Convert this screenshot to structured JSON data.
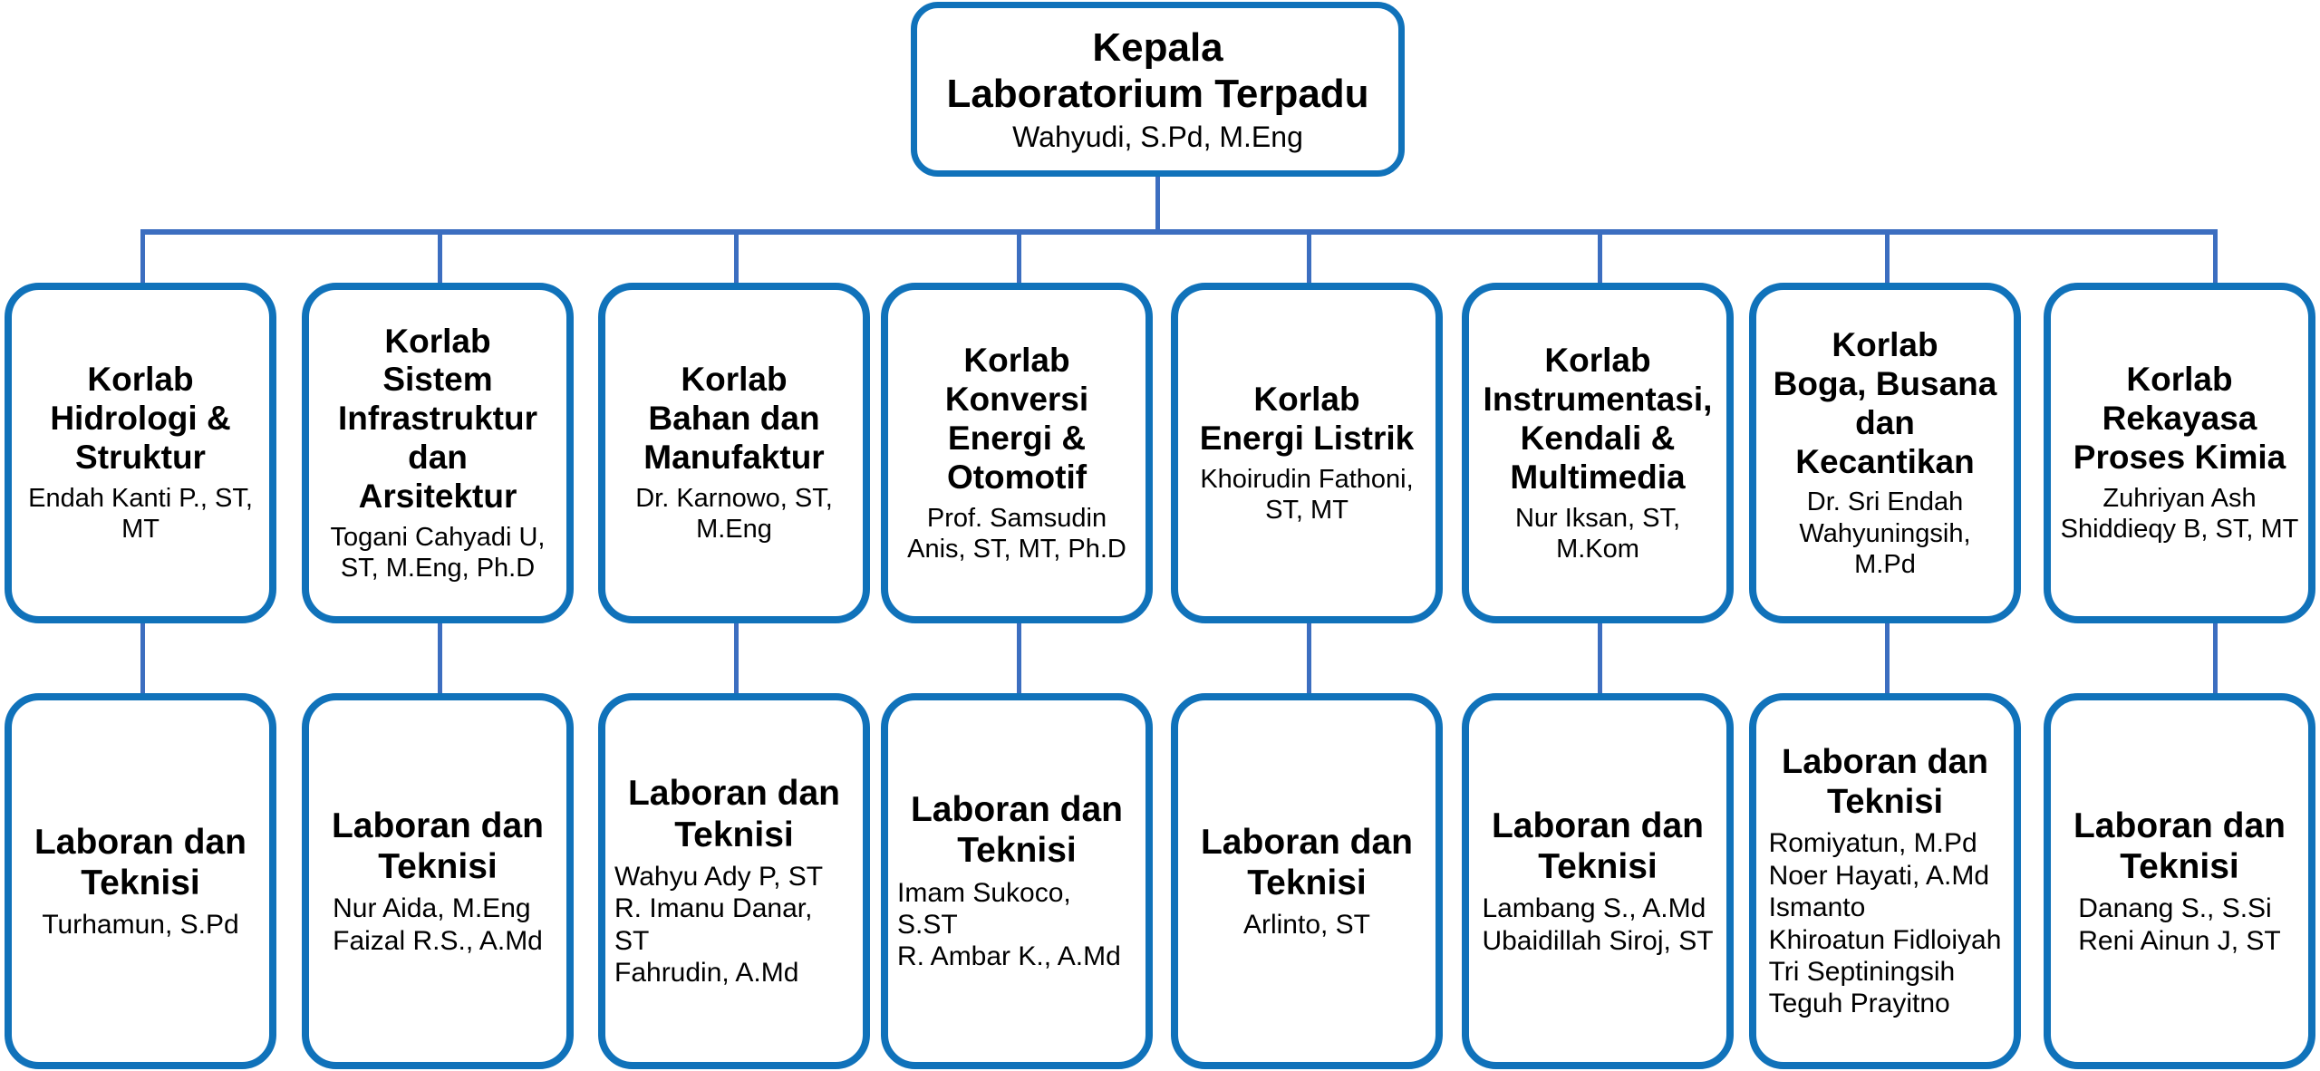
{
  "colors": {
    "box_border": "#1072BA",
    "connector": "#3C6EC0",
    "text": "#000000",
    "background": "#FFFFFF"
  },
  "root": {
    "title": "Kepala\nLaboratorium Terpadu",
    "people": "Wahyudi, S.Pd, M.Eng"
  },
  "korlab": [
    {
      "title": "Korlab\nHidrologi &\nStruktur",
      "people": "Endah Kanti P., ST,\nMT"
    },
    {
      "title": "Korlab\nSistem\nInfrastruktur\ndan\nArsitektur",
      "people": "Togani Cahyadi U,\nST, M.Eng, Ph.D"
    },
    {
      "title": "Korlab\nBahan dan\nManufaktur",
      "people": "Dr. Karnowo, ST,\nM.Eng"
    },
    {
      "title": "Korlab\nKonversi\nEnergi &\nOtomotif",
      "people": "Prof. Samsudin\nAnis, ST, MT, Ph.D"
    },
    {
      "title": "Korlab\nEnergi Listrik",
      "people": "Khoirudin Fathoni,\nST, MT"
    },
    {
      "title": "Korlab\nInstrumentasi,\nKendali &\nMultimedia",
      "people": "Nur Iksan, ST,\nM.Kom"
    },
    {
      "title": "Korlab\nBoga, Busana\ndan\nKecantikan",
      "people": "Dr. Sri Endah\nWahyuningsih,\nM.Pd"
    },
    {
      "title": "Korlab\nRekayasa\nProses Kimia",
      "people": "Zuhriyan Ash\nShiddieqy B, ST, MT"
    }
  ],
  "laboran": [
    {
      "title": "Laboran dan\nTeknisi",
      "people": "Turhamun, S.Pd"
    },
    {
      "title": "Laboran dan\nTeknisi",
      "people": "Nur Aida, M.Eng\nFaizal R.S., A.Md"
    },
    {
      "title": "Laboran dan\nTeknisi",
      "people": "Wahyu Ady P, ST\nR. Imanu Danar, ST\nFahrudin, A.Md"
    },
    {
      "title": "Laboran dan\nTeknisi",
      "people": "Imam Sukoco, S.ST\nR. Ambar K., A.Md"
    },
    {
      "title": "Laboran dan\nTeknisi",
      "people": "Arlinto, ST"
    },
    {
      "title": "Laboran dan\nTeknisi",
      "people": "Lambang S., A.Md\nUbaidillah Siroj, ST"
    },
    {
      "title": "Laboran dan\nTeknisi",
      "people": "Romiyatun, M.Pd\nNoer Hayati, A.Md\nIsmanto\nKhiroatun Fidloiyah\nTri Septiningsih\nTeguh Prayitno"
    },
    {
      "title": "Laboran dan\nTeknisi",
      "people": "Danang S., S.Si\nReni Ainun J, ST"
    }
  ]
}
